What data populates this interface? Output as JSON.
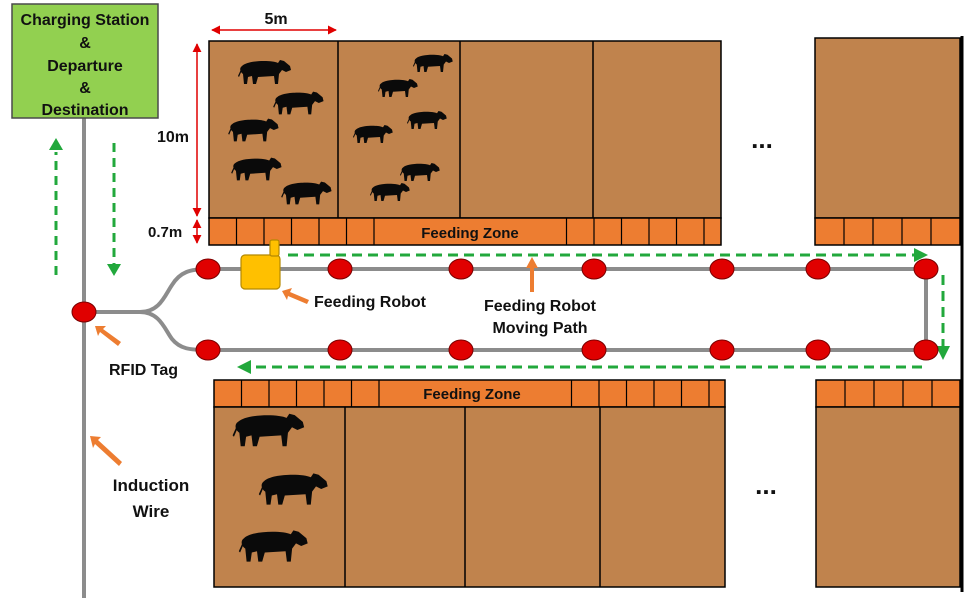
{
  "station": {
    "lines": [
      "Charging Station",
      "&",
      "Departure",
      "&",
      "Destination"
    ],
    "color": "#92D050"
  },
  "dimensions": {
    "width_label": "5m",
    "height_label": "10m",
    "zone_depth_label": "0.7m"
  },
  "zones": {
    "top_label": "Feeding Zone",
    "bottom_label": "Feeding Zone"
  },
  "labels": {
    "feeding_robot": "Feeding Robot",
    "moving_path_line1": "Feeding Robot",
    "moving_path_line2": "Moving Path",
    "rfid_tag": "RFID Tag",
    "induction_line1": "Induction",
    "induction_line2": "Wire"
  },
  "continuation": {
    "top": "...",
    "bottom": "..."
  },
  "colors": {
    "pen": "#C0834D",
    "feeding_zone": "#ED7D31",
    "rfid_tag": "#E00000",
    "robot": "#FFC000",
    "track": "#8C8C8C",
    "path_arrow": "#22A83C",
    "pointer_arrow": "#ED7D31",
    "cow": "#0a0a0a"
  }
}
